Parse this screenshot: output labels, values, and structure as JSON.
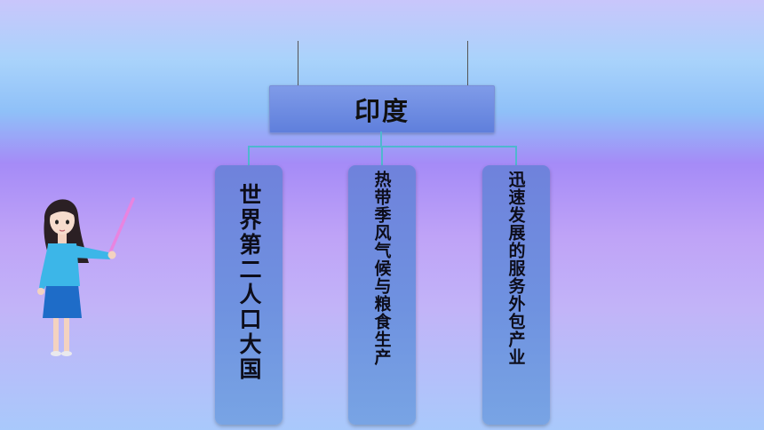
{
  "header": {
    "title": "印度"
  },
  "cards": [
    {
      "text": "世界第二人口大国"
    },
    {
      "text": "热带季风气候与粮食生产"
    },
    {
      "text": "迅速发展的服务外包产业"
    }
  ],
  "colors": {
    "title_box": "#6f8ae0",
    "card": "#6f92e0",
    "connector": "#4fb7cf"
  },
  "icons": {
    "presenter": "teacher-with-pointer-illustration"
  }
}
